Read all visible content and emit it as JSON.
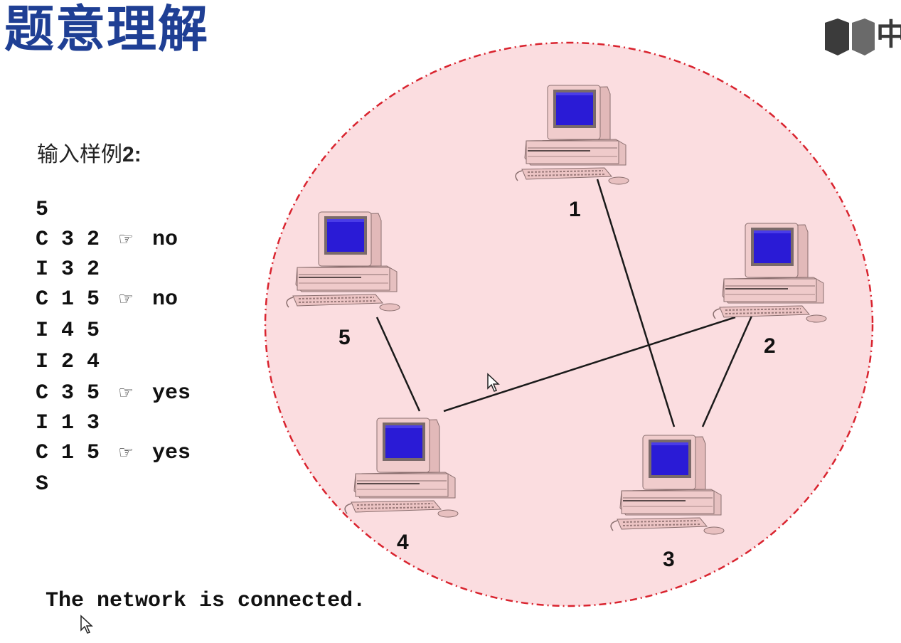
{
  "title": "题意理解",
  "logo_text": "中",
  "input": {
    "heading_prefix": "输入样例",
    "heading_number": "2",
    "heading_colon": ":",
    "lines": [
      {
        "text": "5",
        "result": ""
      },
      {
        "text": "C 3 2",
        "result": "no"
      },
      {
        "text": "I 3 2",
        "result": ""
      },
      {
        "text": "C 1 5",
        "result": "no"
      },
      {
        "text": "I 4 5",
        "result": ""
      },
      {
        "text": "I 2 4",
        "result": ""
      },
      {
        "text": "C 3 5",
        "result": "yes"
      },
      {
        "text": "I 1 3",
        "result": ""
      },
      {
        "text": "C 1 5",
        "result": "yes"
      },
      {
        "text": "S",
        "result": ""
      }
    ],
    "hand_icon": "pointing-hand-icon",
    "hand_glyph": "☞"
  },
  "output_line": "The network is connected.",
  "network": {
    "nodes": [
      {
        "id": "1",
        "label": "1"
      },
      {
        "id": "2",
        "label": "2"
      },
      {
        "id": "3",
        "label": "3"
      },
      {
        "id": "4",
        "label": "4"
      },
      {
        "id": "5",
        "label": "5"
      }
    ],
    "edges": [
      [
        "1",
        "3"
      ],
      [
        "2",
        "3"
      ],
      [
        "2",
        "4"
      ],
      [
        "4",
        "5"
      ]
    ]
  },
  "colors": {
    "title": "#1f3f94",
    "circle_fill": "#fbdde0",
    "circle_border": "#d9242f",
    "computer_body": "#eac6c6",
    "screen": "#2a1bd6"
  }
}
